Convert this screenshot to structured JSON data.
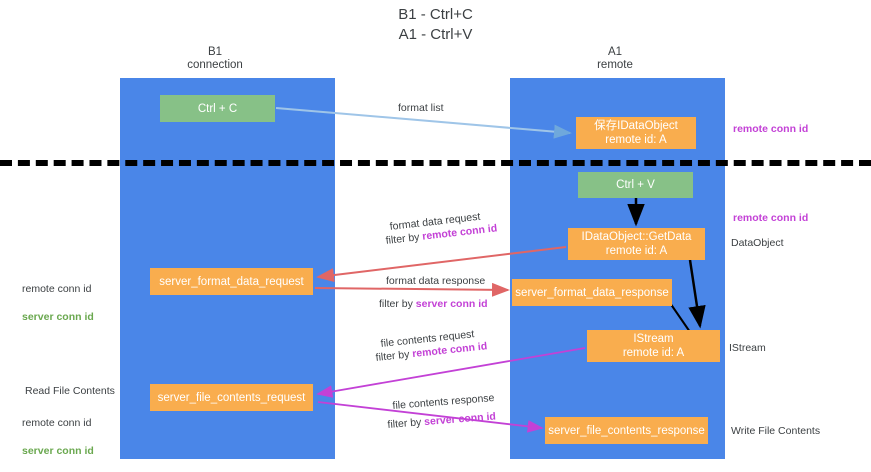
{
  "title": "B1 - Ctrl+C\nA1 - Ctrl+V",
  "columns": [
    {
      "name": "b1",
      "label": "B1\nconnection"
    },
    {
      "name": "a1",
      "label": "A1\nremote"
    }
  ],
  "nodes": [
    {
      "id": "ctrlc",
      "label": "Ctrl + C",
      "color": "#87c187",
      "lane": "b1"
    },
    {
      "id": "dataobj",
      "label": "保存IDataObject\nremote id: A",
      "color": "#f9ad4e",
      "lane": "a1"
    },
    {
      "id": "ctrlv",
      "label": "Ctrl + V",
      "color": "#87c187",
      "lane": "a1"
    },
    {
      "id": "getdata",
      "label": "IDataObject::GetData\nremote id: A",
      "color": "#f9ad4e",
      "lane": "a1"
    },
    {
      "id": "fmtreq",
      "label": "server_format_data_request",
      "color": "#f9ad4e",
      "lane": "b1"
    },
    {
      "id": "fmtresp",
      "label": "server_format_data_response",
      "color": "#f9ad4e",
      "lane": "a1"
    },
    {
      "id": "istream",
      "label": "IStream\nremote id: A",
      "color": "#f9ad4e",
      "lane": "a1"
    },
    {
      "id": "filereq",
      "label": "server_file_contents_request",
      "color": "#f9ad4e",
      "lane": "b1"
    },
    {
      "id": "fileresp",
      "label": "server_file_contents_response",
      "color": "#f9ad4e",
      "lane": "a1"
    }
  ],
  "edges": {
    "format_list": "format list",
    "format_data_request": "format data request",
    "format_data_request_filter_prefix": "filter by ",
    "format_data_request_filter_key": "remote conn id",
    "format_data_response": "format data response",
    "format_data_response_filter_prefix": "filter by ",
    "format_data_response_filter_key": "server conn id",
    "file_contents_request": "file contents request",
    "file_contents_request_filter_prefix": "filter by ",
    "file_contents_request_filter_key": "remote conn id",
    "file_contents_response": "file contents response",
    "file_contents_response_filter_prefix": "filter by ",
    "file_contents_response_filter_key": "server conn id"
  },
  "annotations": {
    "remote_conn_id_top": "remote conn id",
    "remote_conn_id_mid": "remote conn id",
    "dataobject": "DataObject",
    "istream": "IStream",
    "write_file_contents": "Write File Contents",
    "read_file_contents": "Read File Contents",
    "remote_conn_id_left1": "remote conn id",
    "server_conn_id_left1": "server conn id",
    "remote_conn_id_left2": "remote conn id",
    "server_conn_id_left2": "server conn id"
  },
  "colors": {
    "lane": "#4a86e8",
    "green_node": "#87c187",
    "orange_node": "#f9ad4e",
    "remote_key": "#c341d6",
    "server_key": "#6aa84f",
    "arrow_blue": "#9fc5e8",
    "arrow_red": "#e06666",
    "arrow_magenta": "#c341d6",
    "arrow_black": "#000000",
    "separator": "#000000"
  }
}
